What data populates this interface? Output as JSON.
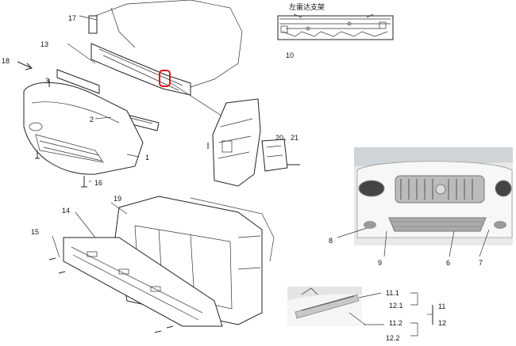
{
  "top_label": "左雷达支架",
  "labels": {
    "l17": "17",
    "l13": "13",
    "l18": "18",
    "l3": "3",
    "l2": "2",
    "l1": "1",
    "l16": "16",
    "l19": "19",
    "l14": "14",
    "l15": "15",
    "l10": "10",
    "l2021": "20、21",
    "l8": "8",
    "l9": "9",
    "l6": "6",
    "l7": "7",
    "l111": "11.1",
    "l121": "12.1",
    "l112": "11.2",
    "l122": "12.2",
    "l11": "11",
    "l12": "12"
  },
  "colors": {
    "highlight": "#e0161b",
    "ink": "#222222"
  }
}
